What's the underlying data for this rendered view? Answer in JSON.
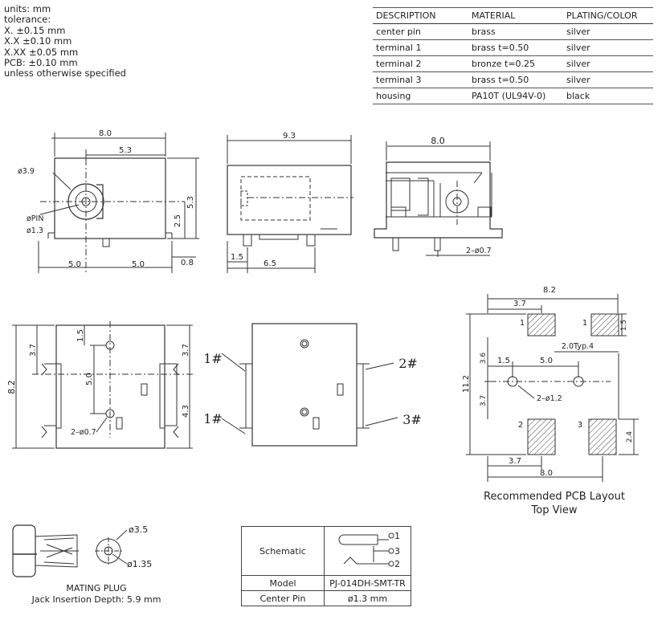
{
  "notes": {
    "lines": [
      "units: mm",
      "tolerance:",
      "X. ±0.15 mm",
      "X.X ±0.10 mm",
      "X.XX ±0.05 mm",
      "PCB: ±0.10 mm",
      "unless otherwise specified"
    ]
  },
  "materials": {
    "headers": [
      "DESCRIPTION",
      "MATERIAL",
      "PLATING/COLOR"
    ],
    "rows": [
      [
        "center pin",
        "brass",
        "silver"
      ],
      [
        "terminal 1",
        "brass t=0.50",
        "silver"
      ],
      [
        "terminal 2",
        "bronze t=0.25",
        "silver"
      ],
      [
        "terminal 3",
        "brass t=0.50",
        "silver"
      ],
      [
        "housing",
        "PA10T (UL94V-0)",
        "black"
      ]
    ]
  },
  "dims": {
    "front_width": "8.0",
    "front_pin_offset": "5.3",
    "front_height": "5.3",
    "front_center_height": "2.5",
    "front_left": "5.0",
    "front_right": "5.0",
    "front_tab": "0.8",
    "dia_body": "ø3.9",
    "dia_pin": "øPIN",
    "pin_size": "ø1.3",
    "side_length": "9.3",
    "side_pin_offset": "1.5",
    "side_pin_pitch": "6.5",
    "rear_width": "8.0",
    "rear_pins": "2–ø0.7",
    "bottom_height": "8.2",
    "bottom_top": "3.7",
    "bottom_mid": "5.0",
    "bottom_right_top": "3.7",
    "bottom_right_bot": "4.3",
    "bottom_holes": "2–ø0.7",
    "pcb_width": "8.2",
    "pcb_left": "3.7",
    "pcb_pad_h": "1.5",
    "pcb_typ": "2.0Typ.4",
    "pcb_hole_off": "1.5",
    "pcb_hole_pitch": "5.0",
    "pcb_height": "11.2",
    "pcb_top_sec": "3.6",
    "pcb_bot_sec": "3.7",
    "pcb_holes": "2–ø1.2",
    "pcb_pad_bot": "2.4",
    "pcb_bottom_left": "3.7",
    "pcb_bottom_width": "8.0",
    "pad1a": "1",
    "pad1b": "1",
    "pad2": "2",
    "pad3": "3",
    "term1": "1#",
    "term1b": "1#",
    "term2": "2#",
    "term3": "3#",
    "plug_outer": "ø3.5",
    "plug_inner": "ø1.35"
  },
  "pcb_caption": {
    "line1": "Recommended PCB Layout",
    "line2": "Top View"
  },
  "mating_plug": {
    "line1": "MATING PLUG",
    "line2": "Jack Insertion Depth: 5.9 mm"
  },
  "schematic": {
    "title": "Schematic",
    "pins": [
      "1",
      "3",
      "2"
    ],
    "model_label": "Model",
    "model_value": "PJ-014DH-SMT-TR",
    "pin_label": "Center Pin",
    "pin_value": "ø1.3 mm"
  }
}
